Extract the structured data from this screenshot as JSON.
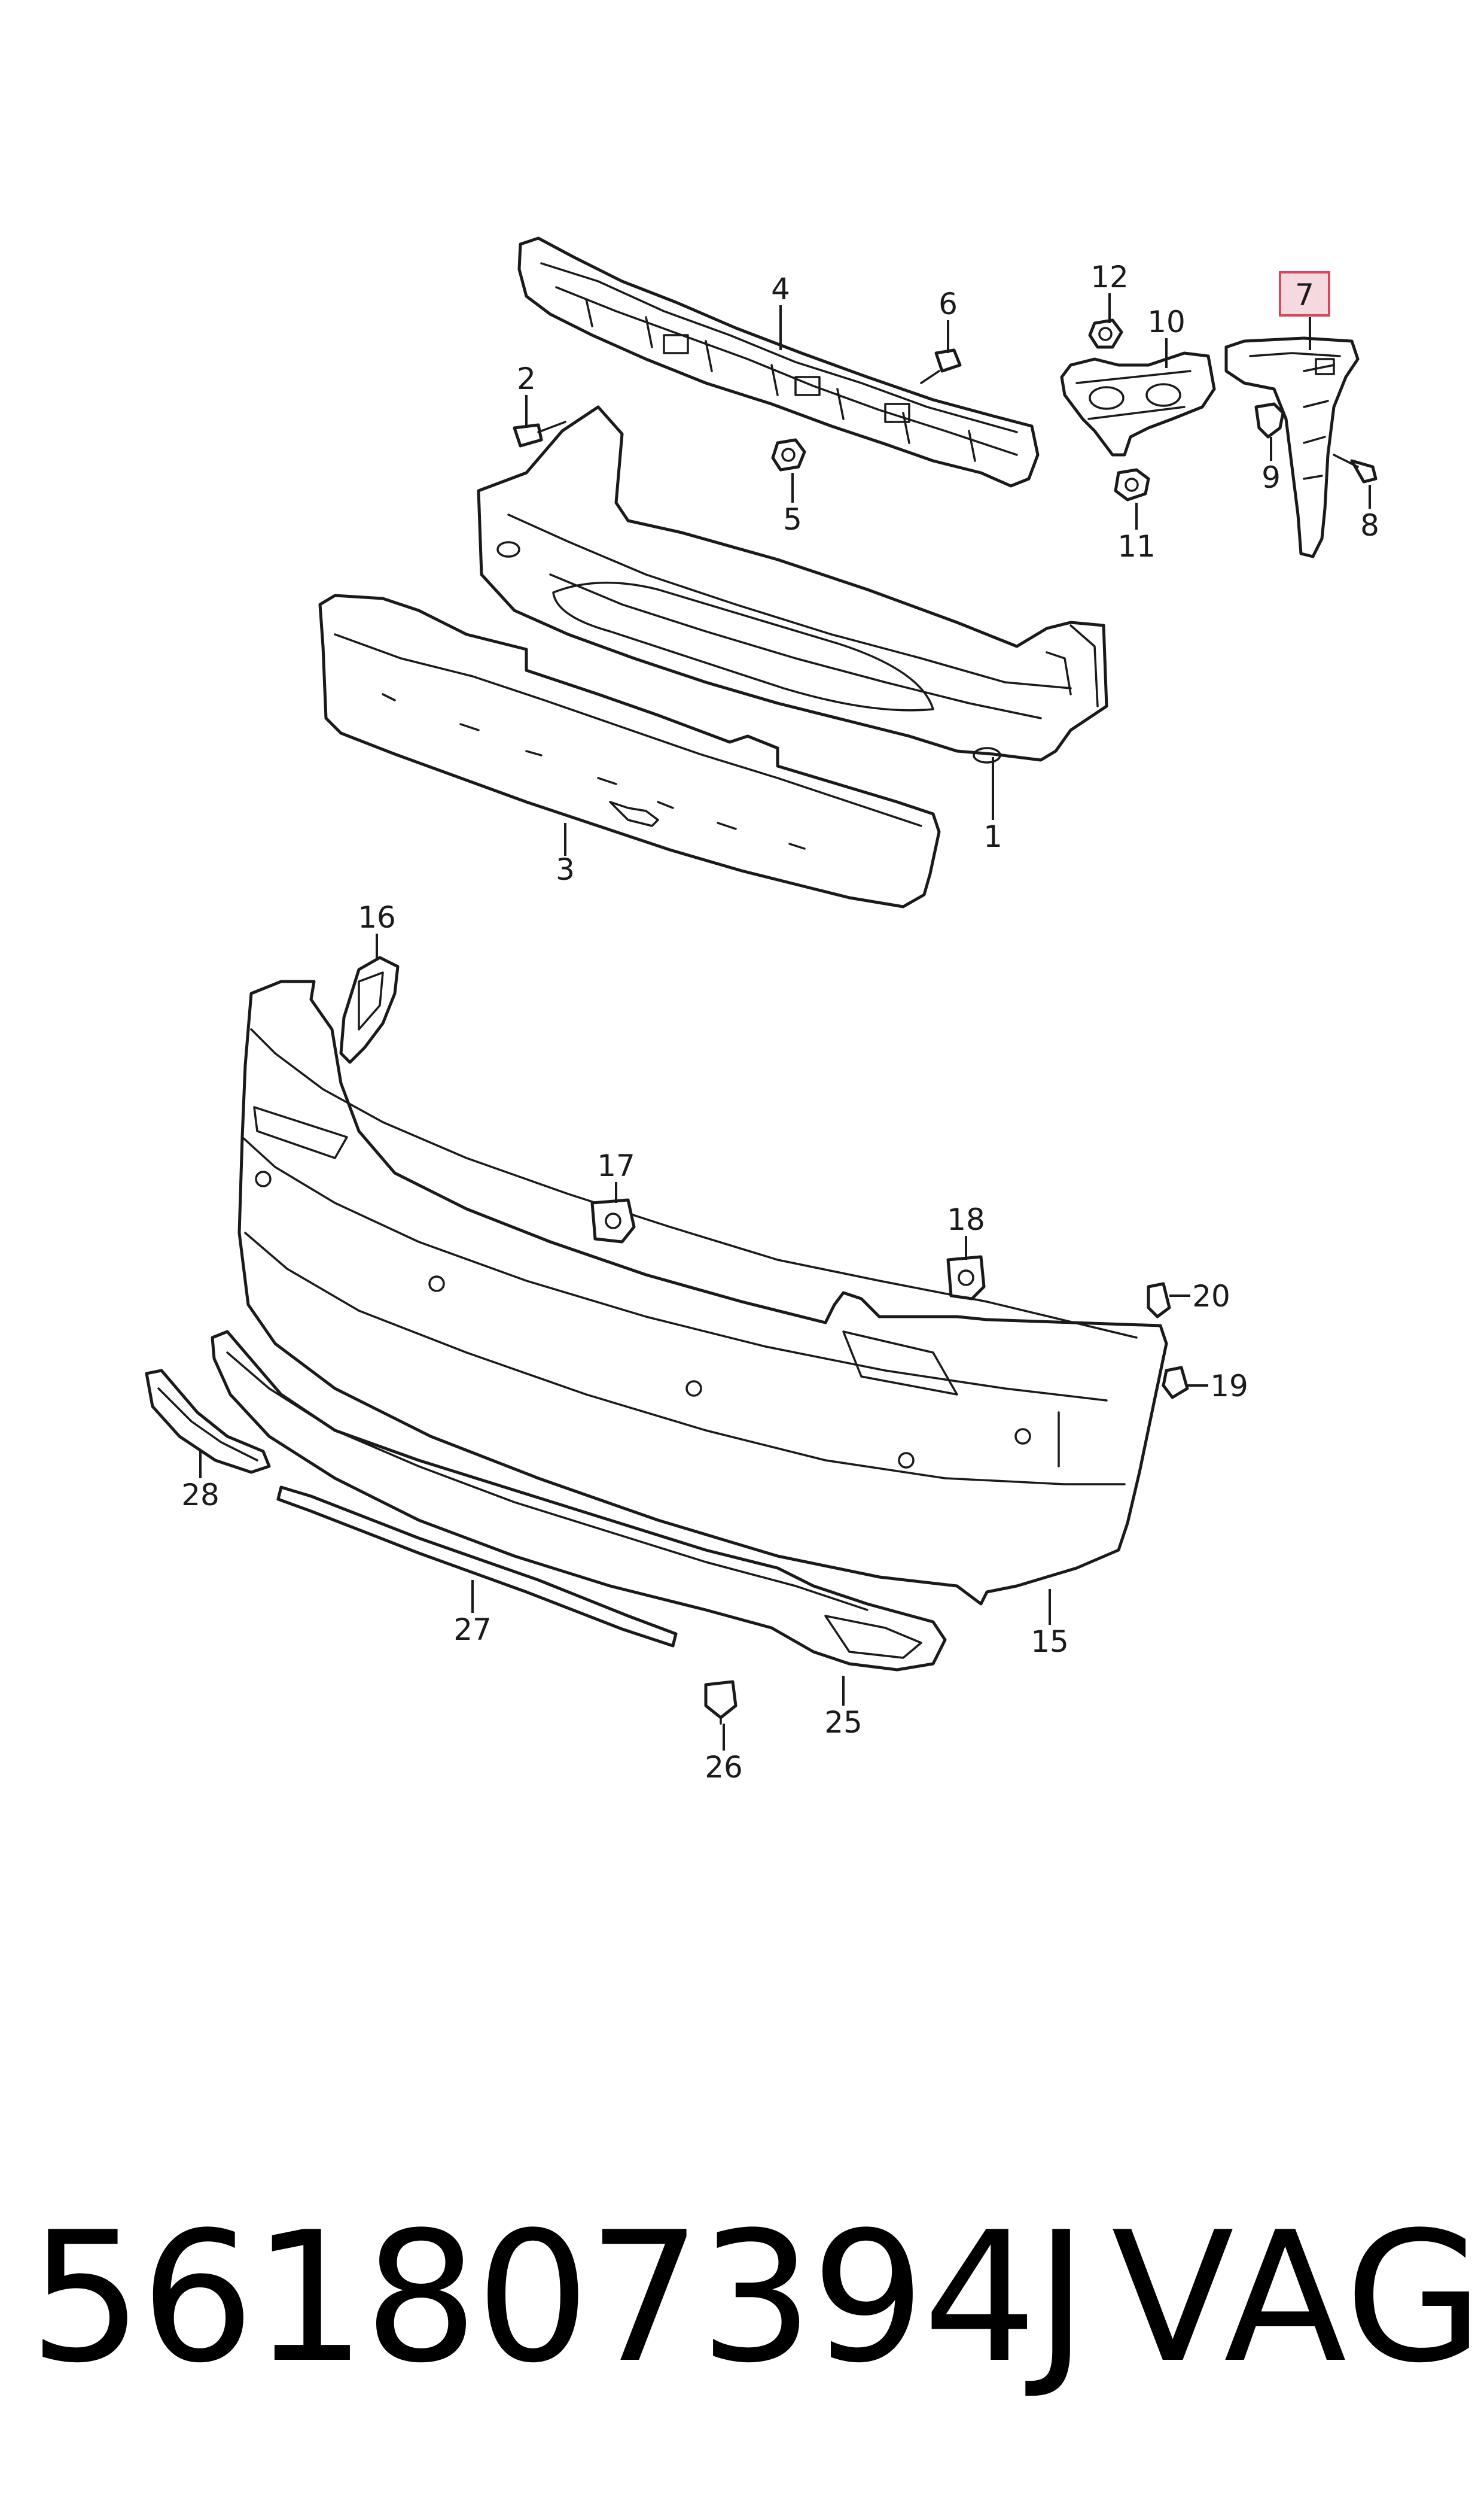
{
  "diagram": {
    "callouts": [
      {
        "id": "c1",
        "label": "1"
      },
      {
        "id": "c2",
        "label": "2"
      },
      {
        "id": "c3",
        "label": "3"
      },
      {
        "id": "c4",
        "label": "4"
      },
      {
        "id": "c5",
        "label": "5"
      },
      {
        "id": "c6",
        "label": "6"
      },
      {
        "id": "c7",
        "label": "7",
        "highlighted": true
      },
      {
        "id": "c8",
        "label": "8"
      },
      {
        "id": "c9",
        "label": "9"
      },
      {
        "id": "c10",
        "label": "10"
      },
      {
        "id": "c11",
        "label": "11"
      },
      {
        "id": "c12",
        "label": "12"
      },
      {
        "id": "c15",
        "label": "15"
      },
      {
        "id": "c16",
        "label": "16"
      },
      {
        "id": "c17",
        "label": "17"
      },
      {
        "id": "c18",
        "label": "18"
      },
      {
        "id": "c19",
        "label": "19"
      },
      {
        "id": "c20",
        "label": "20"
      },
      {
        "id": "c25",
        "label": "25"
      },
      {
        "id": "c26",
        "label": "26"
      },
      {
        "id": "c27",
        "label": "27"
      },
      {
        "id": "c28",
        "label": "28"
      }
    ],
    "highlight_color": "#f6d9de"
  },
  "footer": {
    "part_number": "561807394J",
    "brand": "VAG"
  }
}
